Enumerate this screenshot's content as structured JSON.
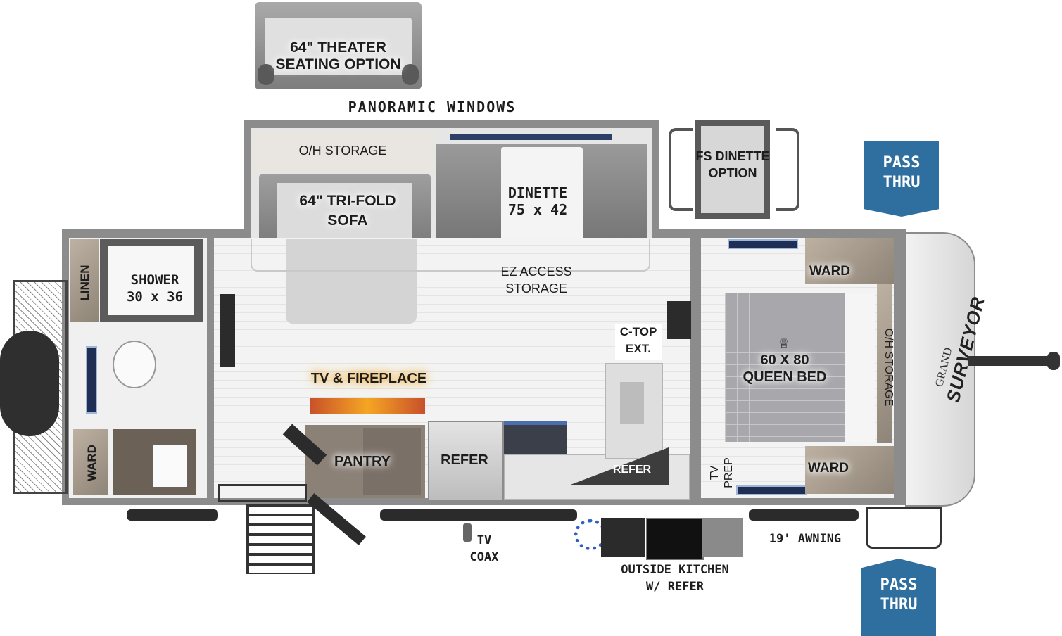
{
  "labels": {
    "theater": "64\" THEATER\nSEATING OPTION",
    "panoramic": "PANORAMIC WINDOWS",
    "oh_storage_top": "O/H STORAGE",
    "trifold": "64\" TRI-FOLD\nSOFA",
    "dinette": "DINETTE\n75 x 42",
    "fs_dinette": "FS DINETTE\nOPTION",
    "pass_thru_top": "PASS\nTHRU",
    "pass_thru_bottom": "PASS\nTHRU",
    "linen": "LINEN",
    "shower": "SHOWER\n30 x 36",
    "ward_bath": "WARD",
    "ez_access": "EZ ACCESS\nSTORAGE",
    "ctop": "C-TOP\nEXT.",
    "tv_fireplace": "TV & FIREPLACE",
    "pantry": "PANTRY",
    "refer_main": "REFER",
    "refer_small": "REFER",
    "ward_top": "WARD",
    "ward_bottom": "WARD",
    "queen_bed": "60 X 80\nQUEEN BED",
    "oh_storage_side": "O/H STORAGE",
    "tv_prep": "TV\nPREP",
    "tv_coax": "TV\nCOAX",
    "outside_kitchen": "OUTSIDE KITCHEN\nW/ REFER",
    "awning": "19' AWNING"
  },
  "brand": {
    "grand": "GRAND",
    "surveyor": "SURVEYOR"
  },
  "colors": {
    "pass_thru": "#2e6f9f",
    "wall": "#8c8c8c",
    "fireplace": "#f5a623"
  }
}
